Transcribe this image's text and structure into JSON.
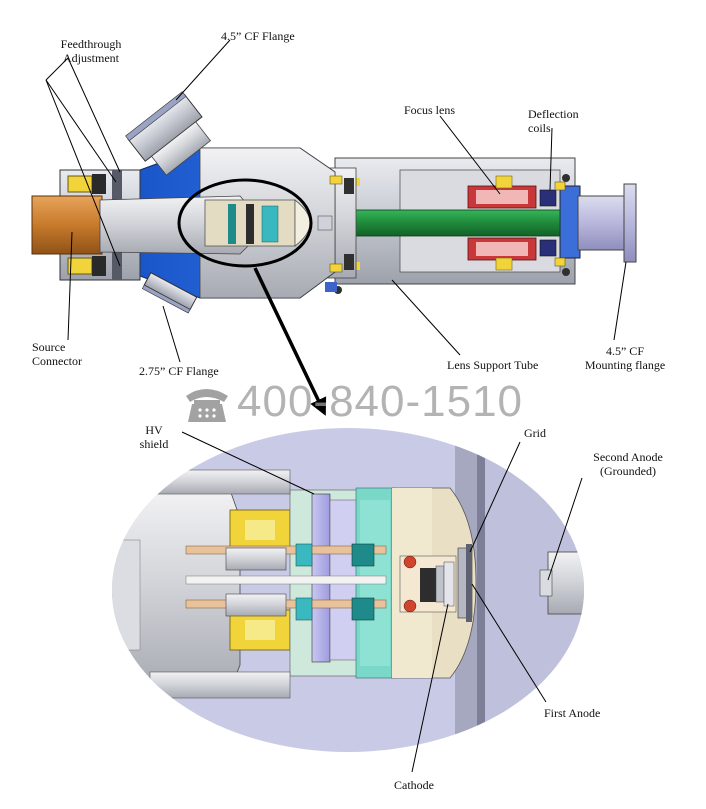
{
  "labels": {
    "feedthrough_1": "Feedthrough",
    "feedthrough_2": "Adjustment",
    "flange_45_top": "4.5” CF Flange",
    "focus_lens": "Focus lens",
    "deflection_1": "Deflection",
    "deflection_2": "coils",
    "source_1": "Source",
    "source_2": "Connector",
    "flange_275": "2.75” CF Flange",
    "lens_support": "Lens Support Tube",
    "mount_1": "4.5” CF",
    "mount_2": "Mounting flange",
    "hv_1": "HV",
    "hv_2": "shield",
    "grid": "Grid",
    "second_anode_1": "Second Anode",
    "second_anode_2": "(Grounded)",
    "first_anode": "First Anode",
    "cathode": "Cathode"
  },
  "watermark": {
    "phone": "400-840-1510",
    "icon": "telephone-icon"
  },
  "colors": {
    "blue_chamber": "#1f5fd6",
    "copper": "#c97a2a",
    "green_tube": "#1f8a3a",
    "focus_red": "#c8383a",
    "yellow_parts": "#f0d43a",
    "steel": "#b8bcc6",
    "lavender": "#b3b0e6",
    "cyan": "#3ab8c0",
    "bg_detail": "#c9cbe6"
  }
}
